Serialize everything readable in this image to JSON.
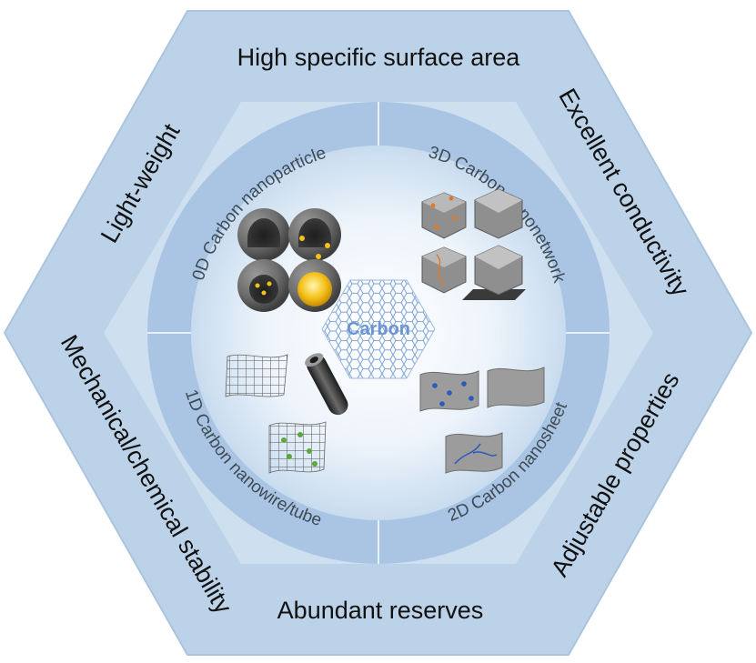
{
  "outer_properties": {
    "top": "High specific surface area",
    "top_right": "Excellent conductivity",
    "bottom_right": "Adjustable properties",
    "bottom": "Abundant reserves",
    "bottom_left": "Mechanical/chemical stability",
    "top_left": "Light-weight"
  },
  "ring_quadrants": {
    "top_left": "0D Carbon nanoparticle",
    "top_right": "3D Carbon nanonetwork",
    "bottom_right": "2D Carbon nanosheet",
    "bottom_left": "1D Carbon nanowire/tube"
  },
  "center": {
    "label": "Carbon"
  },
  "colors": {
    "hex_outer": "#bcd2e8",
    "hex_inner": "#d2e2f1",
    "ring": "#a9c5e3",
    "core_center": "#ffffff",
    "core_edge": "#c5d9ee",
    "accent_orange": "#e07a2a",
    "accent_blue": "#2a5bb8",
    "accent_green": "#5aa83a",
    "gold": "#f3c21a"
  }
}
